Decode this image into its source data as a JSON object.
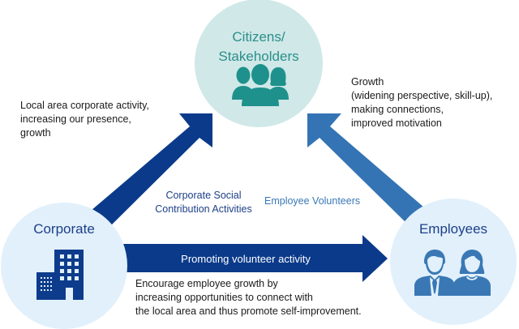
{
  "colors": {
    "citizens_circle": "#d0e8e8",
    "citizens_text": "#2a8f8a",
    "citizens_icon": "#1f918c",
    "side_circle": "#e1f0fb",
    "corporate_text": "#1d3f88",
    "corporate_icon": "#0e3c8c",
    "employees_text": "#1d3f88",
    "employees_icon": "#3a78b5",
    "arrow_dark": "#0b3a8a",
    "arrow_light": "#3474b4",
    "label_dark": "#1d3f88",
    "label_light": "#3a78b5"
  },
  "nodes": {
    "citizens": {
      "title_line1": "Citizens/",
      "title_line2": "Stakeholders",
      "icon": "people-group-icon"
    },
    "corporate": {
      "title": "Corporate",
      "icon": "building-icon"
    },
    "employees": {
      "title": "Employees",
      "icon": "man-and-woman-icon"
    }
  },
  "arrows": {
    "corporate_to_citizens": {
      "label_line1": "Corporate Social",
      "label_line2": "Contribution Activities"
    },
    "employees_to_citizens": {
      "label": "Employee Volunteers"
    },
    "corporate_to_employees": {
      "label": "Promoting volunteer activity"
    }
  },
  "annotations": {
    "corporate_benefit": {
      "line1": "Local area corporate activity,",
      "line2": "increasing our presence,",
      "line3": "growth"
    },
    "employee_benefit": {
      "line1": "Growth",
      "line2": "(widening perspective, skill-up),",
      "line3": "making connections,",
      "line4": "improved motivation"
    },
    "promotion_description": {
      "line1": "Encourage employee growth by",
      "line2": "increasing opportunities to connect with",
      "line3": "the local area and thus promote self-improvement."
    }
  }
}
